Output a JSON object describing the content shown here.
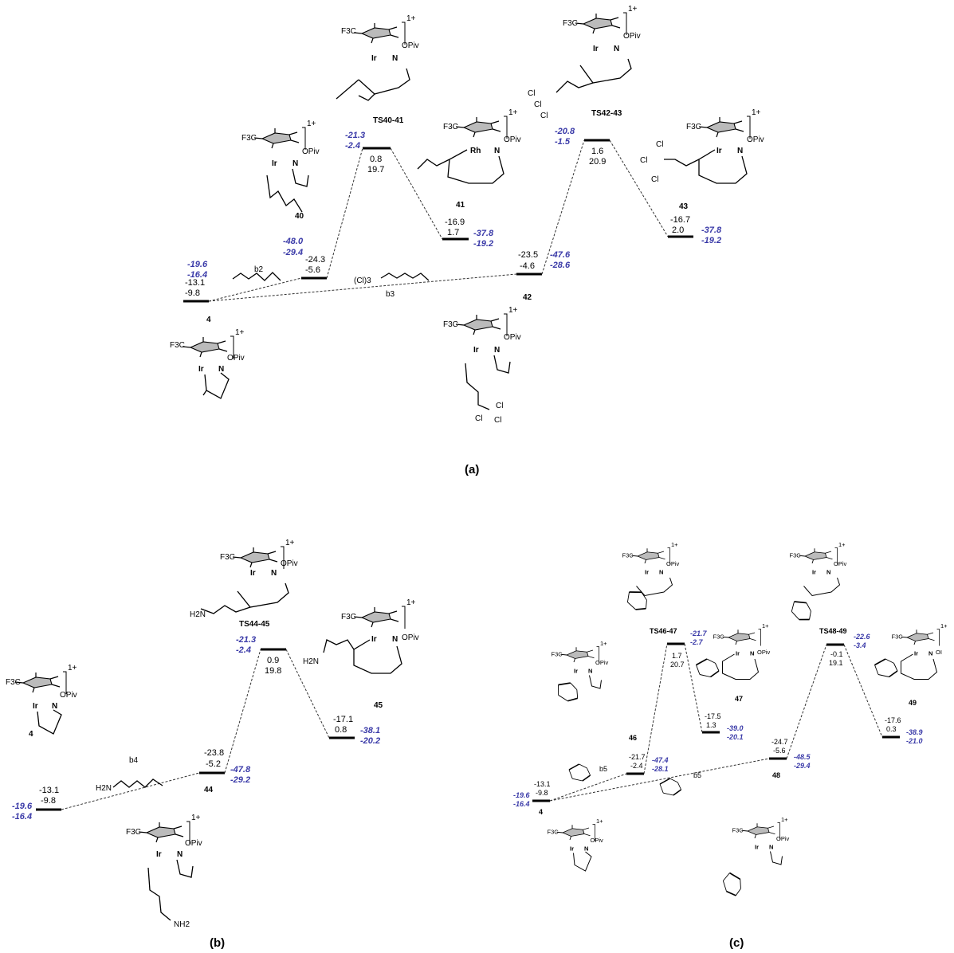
{
  "panels": [
    {
      "id": "a",
      "caption": "(a)",
      "levels": [
        {
          "id": "4",
          "label": "4",
          "black": [
            "-13.1",
            "-9.8"
          ],
          "blue": [
            "-19.6",
            "-16.4"
          ]
        },
        {
          "id": "40",
          "label": "40",
          "black": [
            "-24.3",
            "-5.6"
          ],
          "blue": [
            "-48.0",
            "-29.4"
          ]
        },
        {
          "id": "TS40-41",
          "label": "TS40-41",
          "black": [
            "0.8",
            "19.7"
          ],
          "blue": [
            "-21.3",
            "-2.4"
          ]
        },
        {
          "id": "41",
          "label": "41",
          "black": [
            "-16.9",
            "1.7"
          ],
          "blue": [
            "-37.8",
            "-19.2"
          ]
        },
        {
          "id": "42",
          "label": "42",
          "black": [
            "-23.5",
            "-4.6"
          ],
          "blue": [
            "-47.6",
            "-28.6"
          ]
        },
        {
          "id": "TS42-43",
          "label": "TS42-43",
          "black": [
            "1.6",
            "20.9"
          ],
          "blue": [
            "-20.8",
            "-1.5"
          ]
        },
        {
          "id": "43",
          "label": "43",
          "black": [
            "-16.7",
            "2.0"
          ],
          "blue": [
            "-37.8",
            "-19.2"
          ]
        }
      ],
      "substrates": [
        "b2",
        "b3"
      ]
    },
    {
      "id": "b",
      "caption": "(b)",
      "levels": [
        {
          "id": "4",
          "label": "4",
          "black": [
            "-13.1",
            "-9.8"
          ],
          "blue": [
            "-19.6",
            "-16.4"
          ]
        },
        {
          "id": "44",
          "label": "44",
          "black": [
            "-23.8",
            "-5.2"
          ],
          "blue": [
            "-47.8",
            "-29.2"
          ]
        },
        {
          "id": "TS44-45",
          "label": "TS44-45",
          "black": [
            "0.9",
            "19.8"
          ],
          "blue": [
            "-21.3",
            "-2.4"
          ]
        },
        {
          "id": "45",
          "label": "45",
          "black": [
            "-17.1",
            "0.8"
          ],
          "blue": [
            "-38.1",
            "-20.2"
          ]
        }
      ],
      "substrates": [
        "b4"
      ]
    },
    {
      "id": "c",
      "caption": "(c)",
      "levels": [
        {
          "id": "4",
          "label": "4",
          "black": [
            "-13.1",
            "-9.8"
          ],
          "blue": [
            "-19.6",
            "-16.4"
          ]
        },
        {
          "id": "46",
          "label": "46",
          "black": [
            "-21.7",
            "-2.4"
          ],
          "blue": [
            "-47.4",
            "-28.1"
          ]
        },
        {
          "id": "TS46-47",
          "label": "TS46-47",
          "black": [
            "1.7",
            "20.7"
          ],
          "blue": [
            "-21.7",
            "-2.7"
          ]
        },
        {
          "id": "47",
          "label": "47",
          "black": [
            "-17.5",
            "1.3"
          ],
          "blue": [
            "-39.0",
            "-20.1"
          ]
        },
        {
          "id": "48",
          "label": "48",
          "black": [
            "-24.7",
            "-5.6"
          ],
          "blue": [
            "-48.5",
            "-29.4"
          ]
        },
        {
          "id": "TS48-49",
          "label": "TS48-49",
          "black": [
            "-0.1",
            "19.1"
          ],
          "blue": [
            "-22.6",
            "-3.4"
          ]
        },
        {
          "id": "49",
          "label": "49",
          "black": [
            "-17.6",
            "0.3"
          ],
          "blue": [
            "-38.9",
            "-21.0"
          ]
        }
      ],
      "substrates": [
        "b5",
        "b5"
      ]
    }
  ],
  "chem_text": {
    "f3c": "F3C",
    "charge": "1+",
    "ir": "Ir",
    "rh": "Rh",
    "n": "N",
    "opiv": "OPiv",
    "cl": "Cl",
    "h2n": "H2N",
    "nh2": "NH2",
    "cl3": "(Cl)3",
    "oi_cut": "OI"
  },
  "colors": {
    "blue_values": "#3a3aa8",
    "levels": "#000000"
  }
}
